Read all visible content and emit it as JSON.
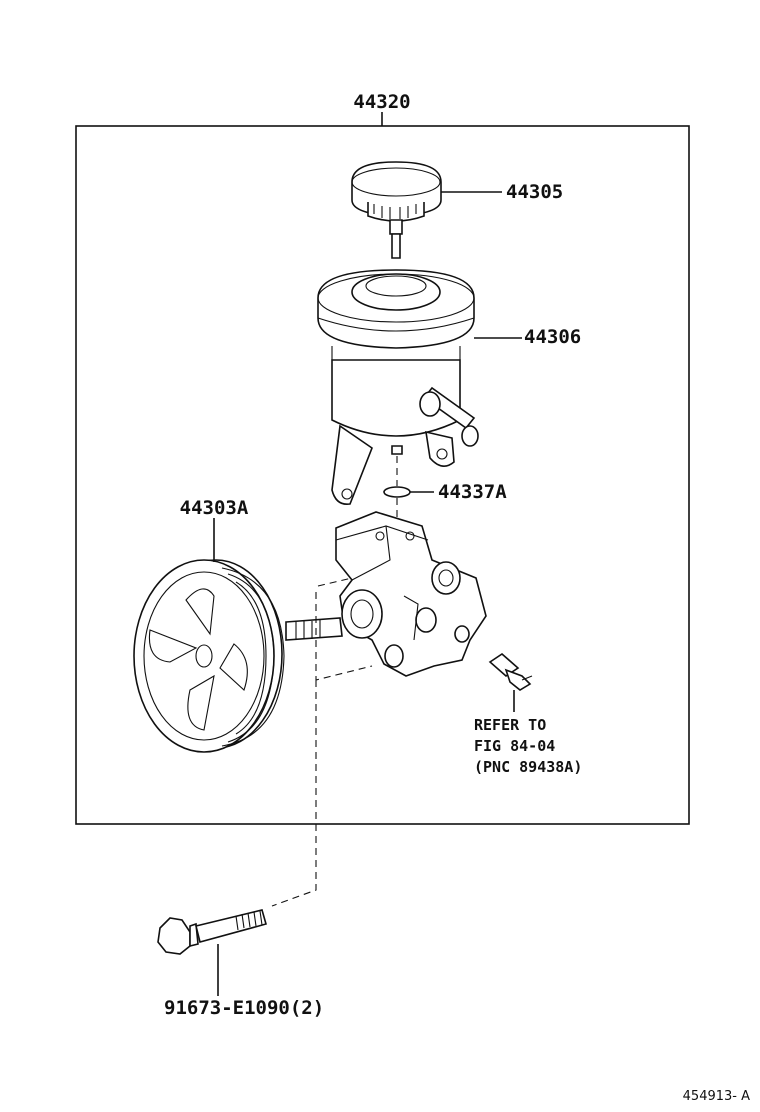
{
  "assembly": {
    "label": "44320"
  },
  "parts": [
    {
      "id": "cap",
      "label": "44305"
    },
    {
      "id": "reservoir",
      "label": "44306"
    },
    {
      "id": "oring",
      "label": "44337A"
    },
    {
      "id": "pulley",
      "label": "44303A"
    },
    {
      "id": "bolt",
      "label": "91673-E1090(2)"
    }
  ],
  "reference_note": {
    "line1": "REFER TO",
    "line2": "FIG 84-04",
    "line3": "(PNC 89438A)"
  },
  "figure_id": "454913- A"
}
